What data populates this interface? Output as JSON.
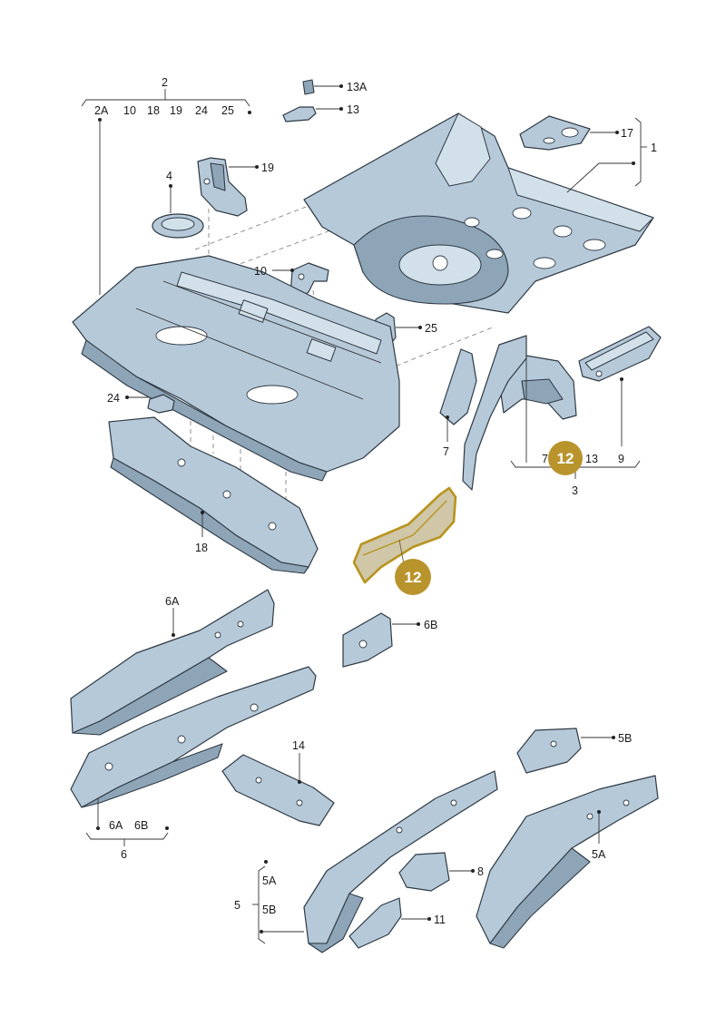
{
  "colors": {
    "part_fill": "#b6c9d9",
    "part_outline": "#2f3a44",
    "highlight_outline": "#b8941f",
    "badge": "#b9942d",
    "badge_text": "#ffffff"
  },
  "highlight": {
    "badge_label": "12"
  },
  "labels": {
    "l2": "2",
    "l2A_top": "2A",
    "l10_top": "10",
    "l18_top": "18",
    "l19_top": "19",
    "l24_top": "24",
    "l25_top": "25",
    "l13A": "13A",
    "l13": "13",
    "l17": "17",
    "l1": "1",
    "l19": "19",
    "l4": "4",
    "l10": "10",
    "l25": "25",
    "l24": "24",
    "l18": "18",
    "l7_group": "7",
    "l7_inline": "7",
    "l13_inline": "13",
    "l9": "9",
    "l3": "3",
    "l6A": "6A",
    "l6B": "6B",
    "l6A_bottom": "6A",
    "l6B_bottom": "6B",
    "l6": "6",
    "l14": "14",
    "l5B_right": "5B",
    "l5A_right": "5A",
    "l8": "8",
    "l11": "11",
    "l5": "5",
    "l5A_left": "5A",
    "l5B_left": "5B"
  }
}
